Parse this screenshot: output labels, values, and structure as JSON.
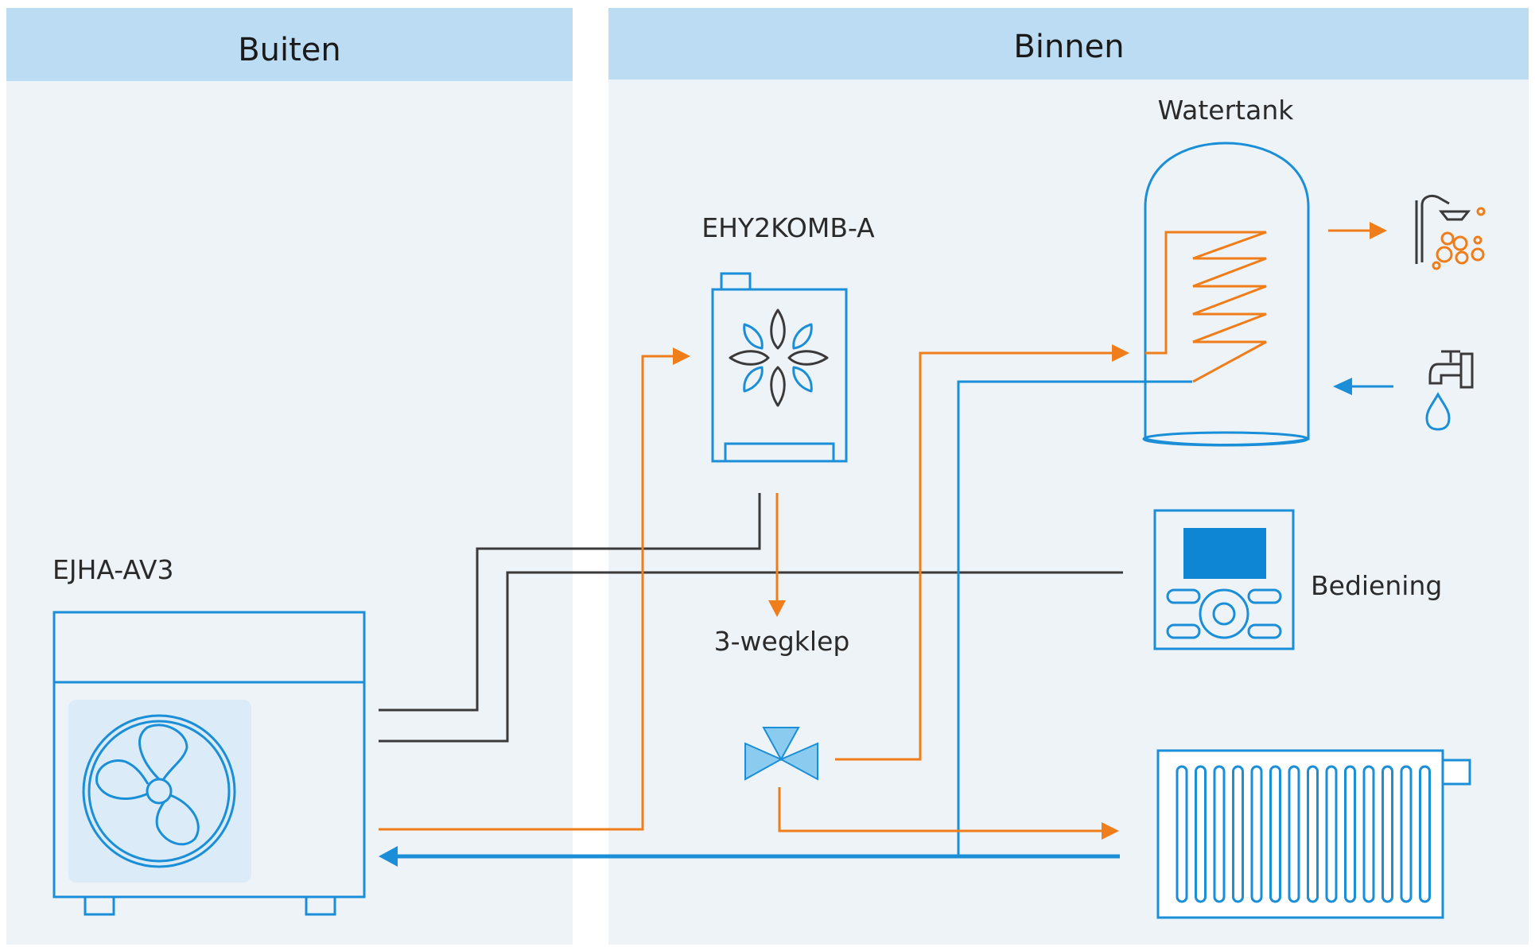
{
  "panels": {
    "outside_title": "Buiten",
    "inside_title": "Binnen"
  },
  "labels": {
    "outdoor_unit": "EJHA-AV3",
    "boiler": "EHY2KOMB-A",
    "three_way_valve": "3-wegklep",
    "water_tank": "Watertank",
    "controller": "Bediening"
  },
  "icons": {
    "outdoor_unit": "heat-pump-fan-icon",
    "boiler": "gas-boiler-flame-icon",
    "valve": "three-way-valve-icon",
    "tank": "water-tank-coil-icon",
    "controller": "remote-controller-icon",
    "radiator": "radiator-icon",
    "shower": "shower-icon",
    "tap": "water-tap-icon"
  },
  "colors": {
    "panel_header": "#bcdcf3",
    "panel_body": "#eef3f8",
    "water_blue": "#1a8fd8",
    "hot_orange": "#ef7d1a",
    "wire_grey": "#3a3a3a",
    "screen_blue": "#0e86d4"
  }
}
